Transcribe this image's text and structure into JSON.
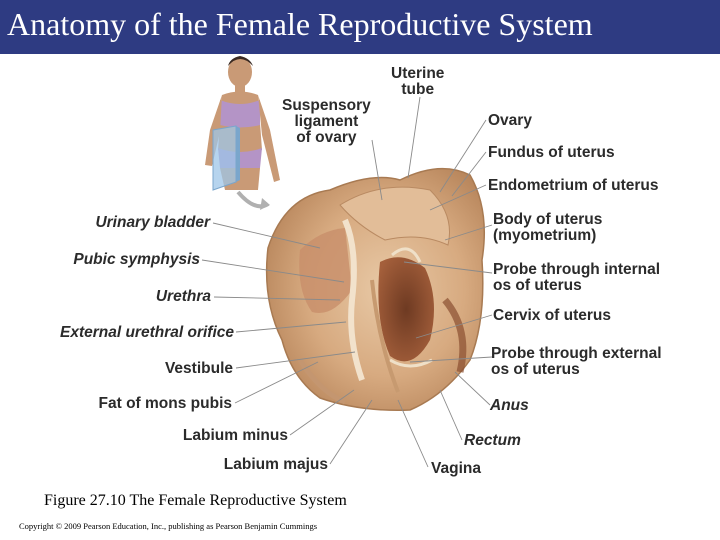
{
  "slide": {
    "title": "Anatomy of the Female Reproductive System",
    "caption": "Figure 27.10 The Female Reproductive System",
    "copyright": "Copyright © 2009 Pearson Education, Inc., publishing as Pearson Benjamin Cummings"
  },
  "labels": {
    "uterine_tube": "Uterine\ntube",
    "suspensory_ligament": "Suspensory\nligament\nof ovary",
    "ovary": "Ovary",
    "fundus": "Fundus of uterus",
    "endometrium": "Endometrium of uterus",
    "body_of_uterus": "Body of uterus\n(myometrium)",
    "probe_internal": "Probe through internal\nos of uterus",
    "cervix": "Cervix of uterus",
    "probe_external": "Probe through external\nos of uterus",
    "anus": "Anus",
    "rectum": "Rectum",
    "vagina": "Vagina",
    "urinary_bladder": "Urinary bladder",
    "pubic_symphysis": "Pubic symphysis",
    "urethra": "Urethra",
    "external_urethral_orifice": "External urethral orifice",
    "vestibule": "Vestibule",
    "fat_mons": "Fat of mons pubis",
    "labium_minus": "Labium minus",
    "labium_majus": "Labium majus"
  },
  "colors": {
    "title_bar": "#2e3b82",
    "title_text": "#ffffff",
    "tissue": "#dcb48f",
    "label_text": "#2b2b2b",
    "leader_line": "#8a8a8a"
  }
}
